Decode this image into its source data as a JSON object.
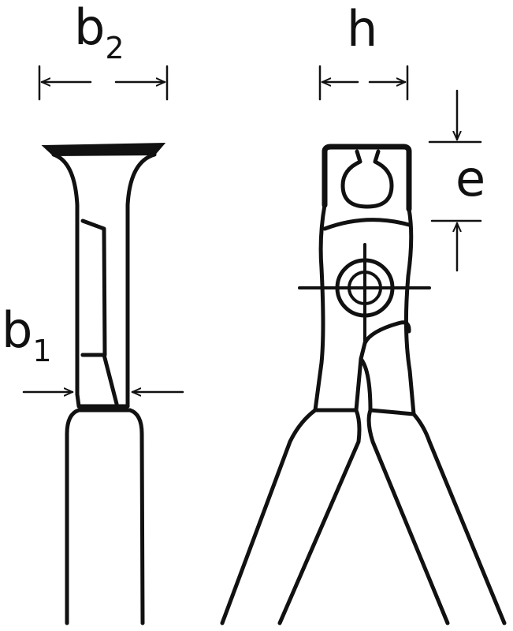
{
  "labels": {
    "b2": {
      "main": "b",
      "sub": "2"
    },
    "h": {
      "main": "h"
    },
    "e": {
      "main": "e"
    },
    "b1": {
      "main": "b",
      "sub": "1"
    }
  },
  "colors": {
    "ink": "#111111",
    "background": "#ffffff"
  }
}
